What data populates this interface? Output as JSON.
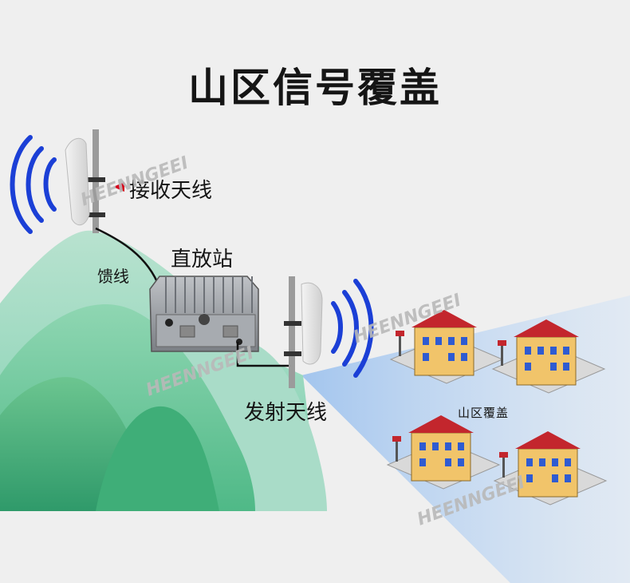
{
  "title": "山区信号覆盖",
  "labels": {
    "receive_antenna": "接收天线",
    "repeater": "直放站",
    "feeder": "馈线",
    "transmit_antenna": "发射天线",
    "coverage_area": "山区覆盖"
  },
  "watermark": "HEENNGEEI",
  "colors": {
    "signal_wave": "#1b3fd6",
    "mountain_green": "#6fc79a",
    "beam_blue": "#b9d3f1",
    "background": "#efefef"
  }
}
